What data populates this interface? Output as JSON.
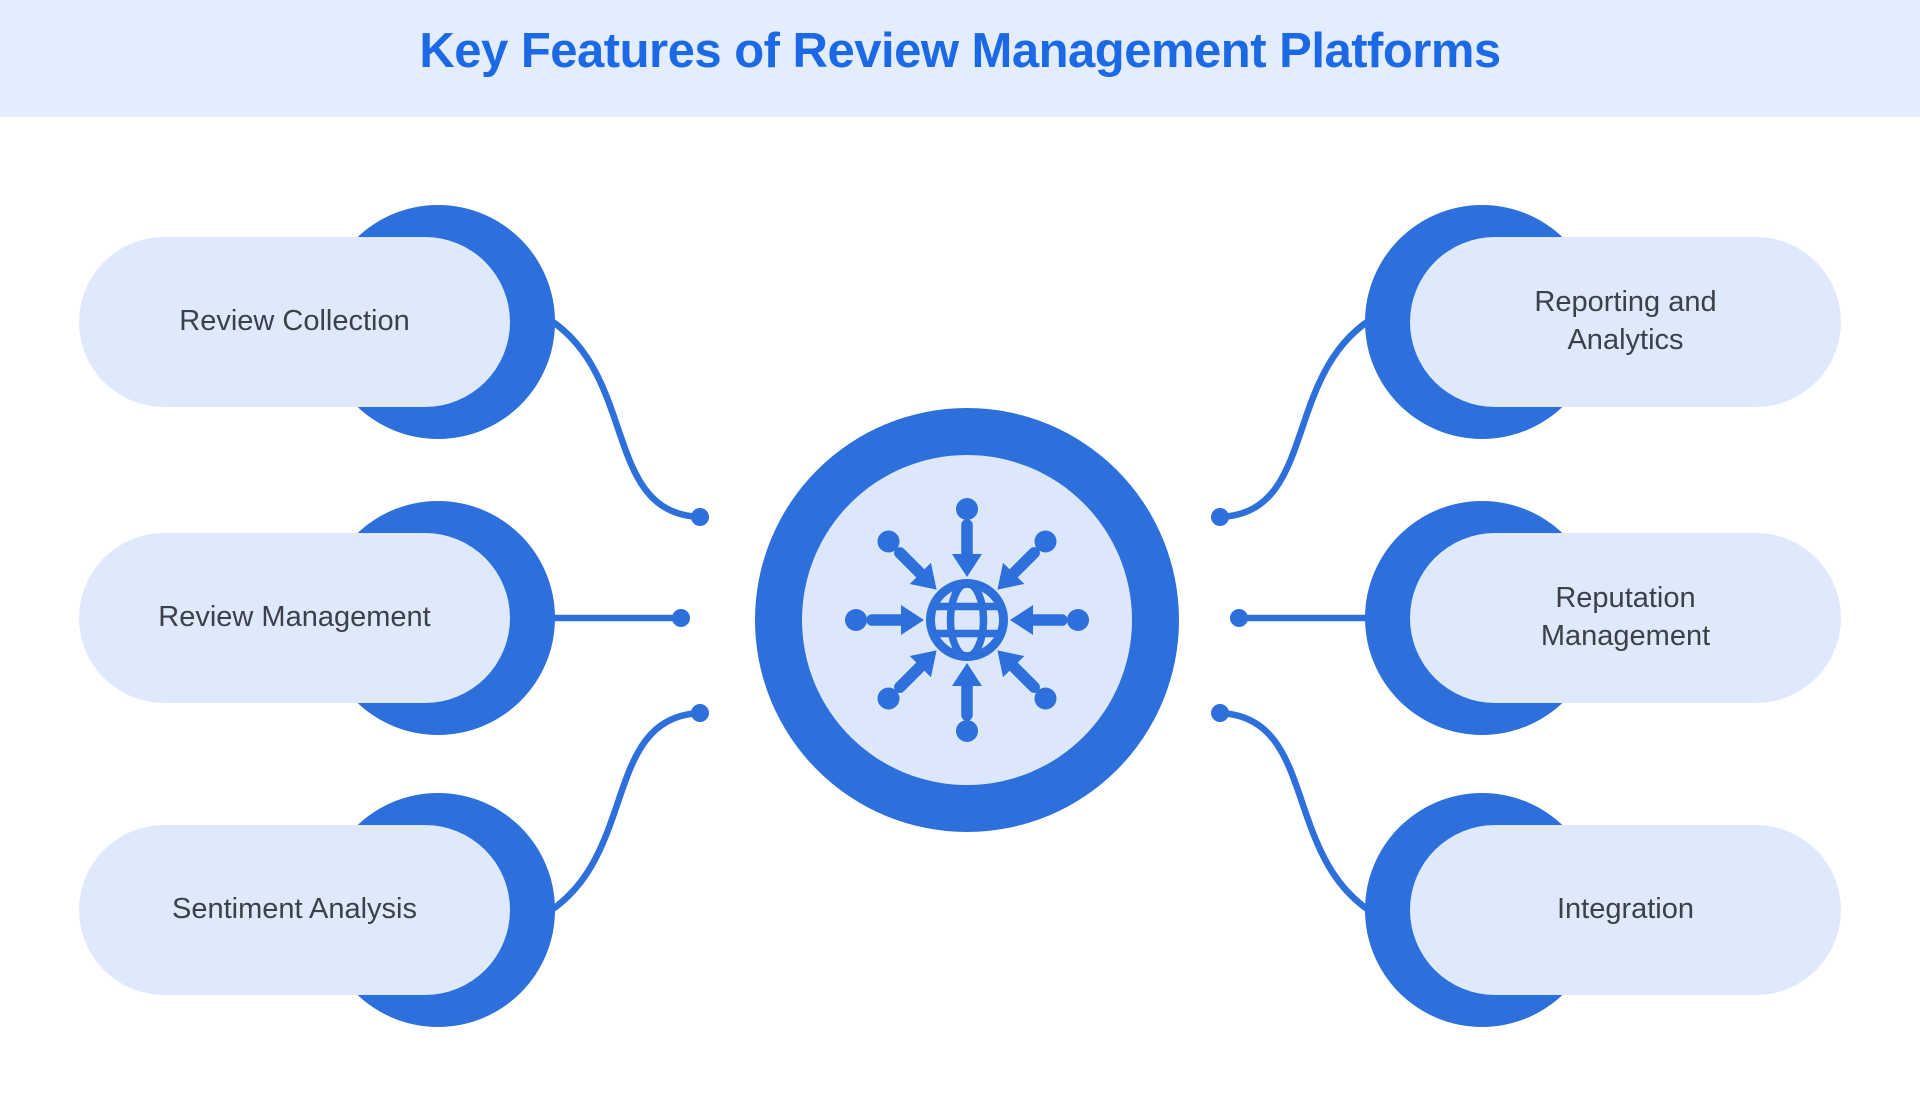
{
  "title": "Key Features of Review Management Platforms",
  "hub": {
    "icon": "globe-with-inbound-arrows"
  },
  "features": {
    "left": [
      "Review Collection",
      "Review Management",
      "Sentiment Analysis"
    ],
    "right": [
      "Reporting and Analytics",
      "Reputation Management",
      "Integration"
    ]
  },
  "colors": {
    "accent": "#2D70DC",
    "title_text": "#1B69E4",
    "banner_bg": "#E4EDFD",
    "pill_bg": "#DFE9FC",
    "hub_inner_bg": "#DCE7FB",
    "label_text": "#3C4048",
    "canvas_bg": "#FFFFFF"
  }
}
